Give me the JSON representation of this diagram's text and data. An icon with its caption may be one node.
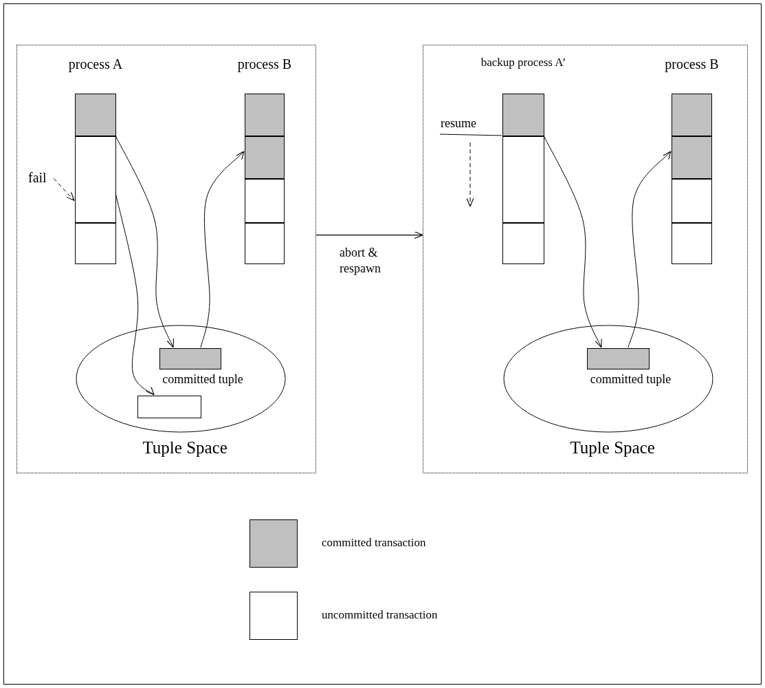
{
  "diagram": {
    "nodes": [
      {
        "text": [],
        "shape": "box"
      },
      {
        "text": [
          "process A"
        ],
        "in": 0
      },
      {
        "text": [],
        "shape": "box",
        "in": 1
      },
      {
        "text": [],
        "shape": "box",
        "in": 1
      },
      {
        "text": [],
        "shape": "box",
        "in": 1
      },
      {
        "text": [
          "process B"
        ],
        "in": 0
      },
      {
        "text": [],
        "shape": "box",
        "in": 5
      },
      {
        "text": [],
        "shape": "box",
        "in": 5
      },
      {
        "text": [],
        "shape": "box",
        "in": 5
      },
      {
        "text": [],
        "shape": "box",
        "in": 5
      },
      {
        "text": [
          "fail"
        ],
        "in": 0
      },
      {
        "text": [
          "Tuple Space"
        ],
        "in": 0
      },
      {
        "text": [
          "committed tuple"
        ],
        "in": 11
      },
      {
        "text": [],
        "shape": "box",
        "in": 11
      },
      {
        "text": [],
        "shape": "box"
      },
      {
        "text": [
          "backup process A’"
        ],
        "in": 14
      },
      {
        "text": [],
        "shape": "box",
        "in": 15
      },
      {
        "text": [],
        "shape": "box",
        "in": 15
      },
      {
        "text": [],
        "shape": "box",
        "in": 15
      },
      {
        "text": [
          "resume"
        ],
        "in": 14
      },
      {
        "text": [
          "process B"
        ],
        "in": 14
      },
      {
        "text": [],
        "shape": "box",
        "in": 20
      },
      {
        "text": [],
        "shape": "box",
        "in": 20
      },
      {
        "text": [],
        "shape": "box",
        "in": 20
      },
      {
        "text": [],
        "shape": "box",
        "in": 20
      },
      {
        "text": [
          "Tuple Space"
        ],
        "in": 14
      },
      {
        "text": [
          "committed tuple"
        ],
        "in": 25
      }
    ],
    "edges": [
      {
        "from": 10,
        "to": 3,
        "arrow": "to",
        "style": "dashed"
      },
      {
        "from": 3,
        "to": 12,
        "arrow": "to"
      },
      {
        "from": 3,
        "to": 13,
        "arrow": "to"
      },
      {
        "from": 12,
        "to": 7,
        "arrow": "to"
      },
      {
        "from": 0,
        "to": 14,
        "arrow": "to",
        "label": "abort & respawn"
      },
      {
        "from": 19,
        "to": 16,
        "arrow": "none"
      },
      {
        "from": 17,
        "to": 26,
        "arrow": "to"
      },
      {
        "from": 26,
        "to": 22,
        "arrow": "to"
      }
    ],
    "legend": [
      {
        "text": "committed transaction",
        "color": "#c0c0c0"
      },
      {
        "text": "uncommitted transaction",
        "color": "#ffffff"
      }
    ]
  }
}
